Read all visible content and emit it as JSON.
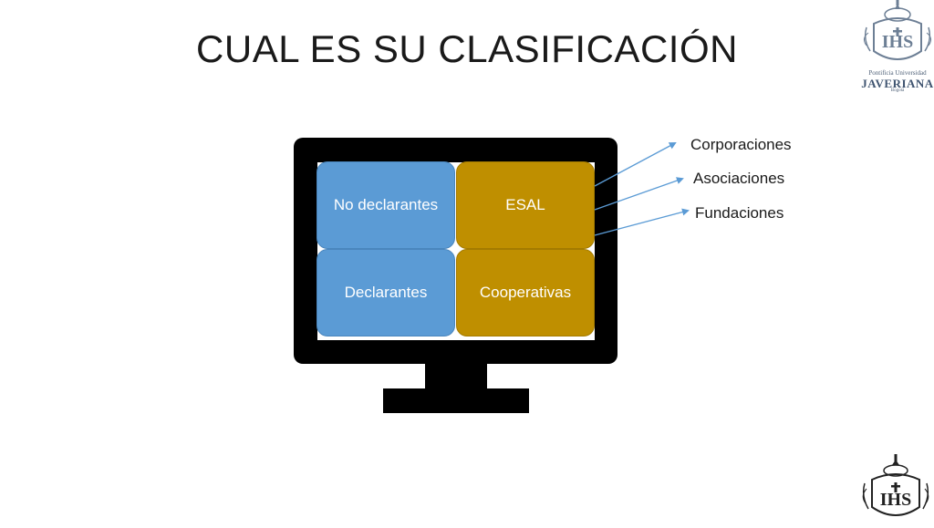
{
  "slide": {
    "title": "CUAL ES SU CLASIFICACIÓN"
  },
  "diagram": {
    "tiles": {
      "no_declarantes": "No declarantes",
      "esal": "ESAL",
      "declarantes": "Declarantes",
      "cooperativas": "Cooperativas"
    },
    "targets": {
      "corporaciones": "Corporaciones",
      "asociaciones": "Asociaciones",
      "fundaciones": "Fundaciones"
    },
    "colors": {
      "tile_blue": "#5b9bd5",
      "tile_gold": "#bf8f00",
      "monitor": "#000000",
      "arrow": "#5b9bd5"
    }
  },
  "logo": {
    "line1": "Pontificia Universidad",
    "line2": "JAVERIANA",
    "line3": "Bogotá"
  }
}
